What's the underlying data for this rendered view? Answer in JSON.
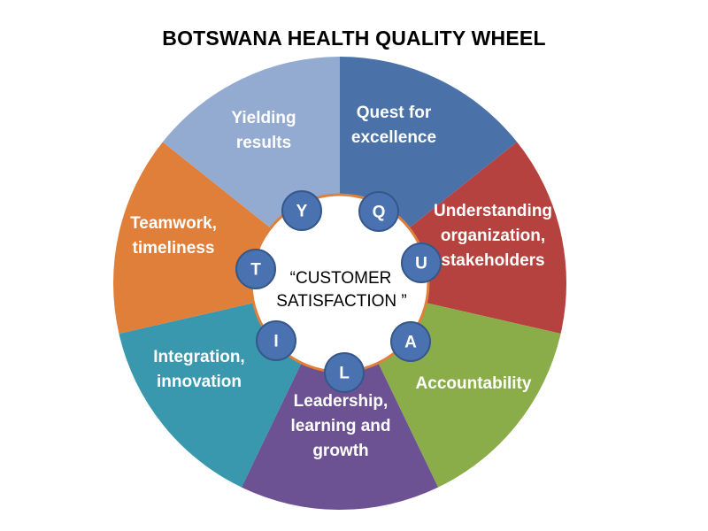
{
  "title": "BOTSWANA HEALTH QUALITY WHEEL",
  "center": {
    "line1": "“CUSTOMER",
    "line2": "SATISFACTION ”"
  },
  "segments": [
    {
      "letter": "Q",
      "lines": [
        "Quest for",
        "excellence"
      ],
      "color": "#4A72A8"
    },
    {
      "letter": "U",
      "lines": [
        "Understanding",
        "organization,",
        "stakeholders"
      ],
      "color": "#B5423E"
    },
    {
      "letter": "A",
      "lines": [
        "Accountability"
      ],
      "color": "#8AAD4A"
    },
    {
      "letter": "L",
      "lines": [
        "Leadership,",
        "learning and",
        "growth"
      ],
      "color": "#6C5293"
    },
    {
      "letter": "I",
      "lines": [
        "Integration,",
        "innovation"
      ],
      "color": "#3A98AE"
    },
    {
      "letter": "T",
      "lines": [
        "Teamwork,",
        "timeliness"
      ],
      "color": "#E07F3A"
    },
    {
      "letter": "Y",
      "lines": [
        "Yielding",
        "results"
      ],
      "color": "#93AAD1"
    }
  ],
  "colors": {
    "badge_fill": "#4A72B0",
    "badge_stroke": "#35578A",
    "inner_circle": "#ffffff",
    "inner_border": "#E07F3A"
  }
}
